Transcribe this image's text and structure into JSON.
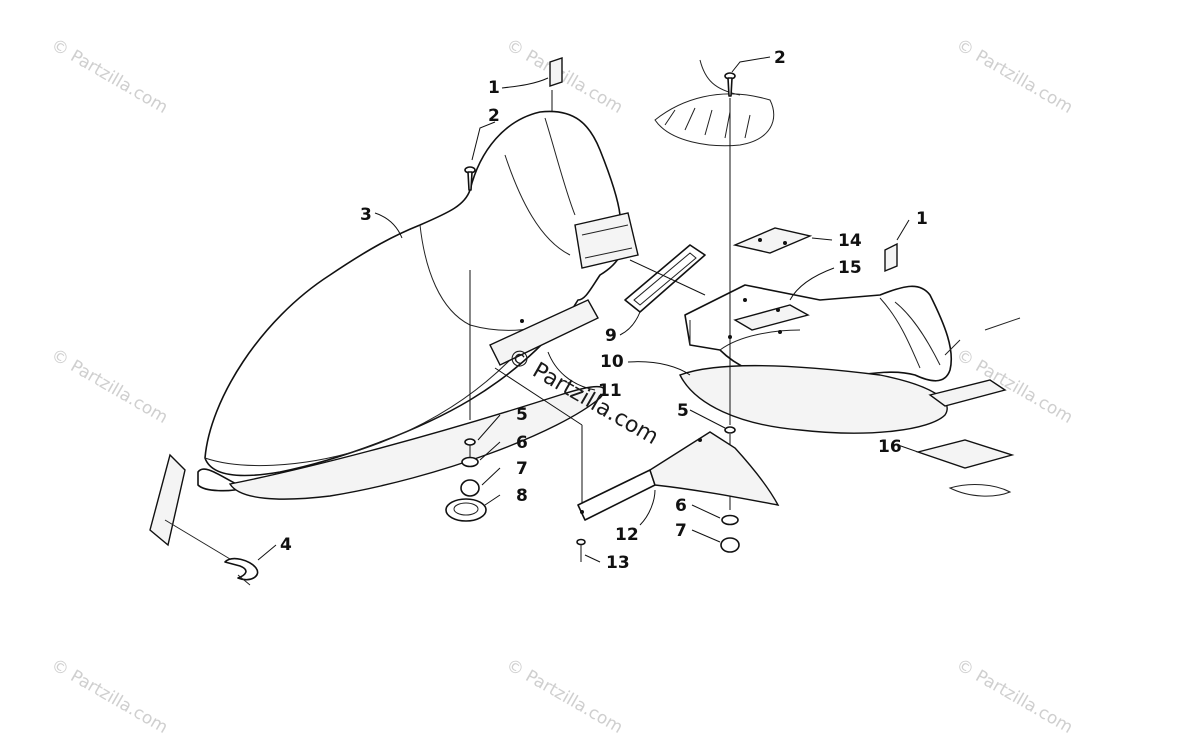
{
  "diagram": {
    "callouts": [
      "1",
      "2",
      "3",
      "4",
      "5",
      "6",
      "7",
      "8",
      "2",
      "1",
      "14",
      "15",
      "9",
      "10",
      "11",
      "5",
      "6",
      "7",
      "12",
      "13",
      "16"
    ]
  },
  "watermark": {
    "tile_text": "© Partzilla.com",
    "center_text": "© Partzilla.com"
  }
}
